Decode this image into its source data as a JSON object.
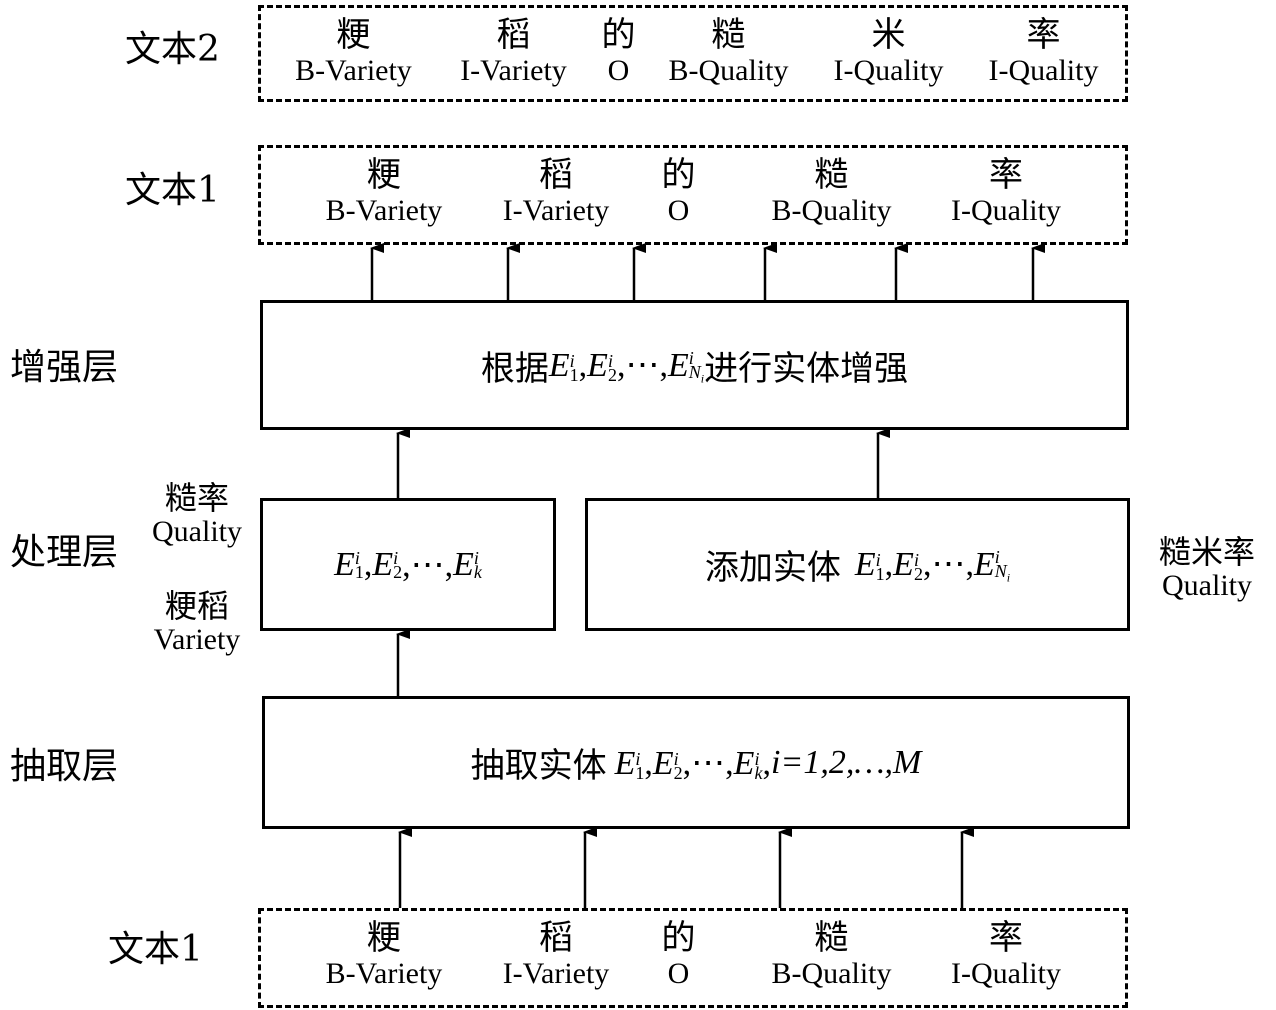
{
  "layers": {
    "text2_label": "文本2",
    "text1_top_label": "文本1",
    "enhance_label": "增强层",
    "process_label": "处理层",
    "extract_label": "抽取层",
    "text1_bottom_label": "文本1"
  },
  "text2": {
    "tokens": [
      {
        "char": "粳",
        "tag": "B-Variety"
      },
      {
        "char": "稻",
        "tag": "I-Variety"
      },
      {
        "char": "的",
        "tag": "O"
      },
      {
        "char": "糙",
        "tag": "B-Quality"
      },
      {
        "char": "米",
        "tag": "I-Quality"
      },
      {
        "char": "率",
        "tag": "I-Quality"
      }
    ]
  },
  "text1": {
    "tokens": [
      {
        "char": "粳",
        "tag": "B-Variety"
      },
      {
        "char": "稻",
        "tag": "I-Variety"
      },
      {
        "char": "的",
        "tag": "O"
      },
      {
        "char": "糙",
        "tag": "B-Quality"
      },
      {
        "char": "率",
        "tag": "I-Quality"
      }
    ]
  },
  "enhance_box": {
    "prefix": "根据",
    "suffix": "进行实体增强"
  },
  "process_left_box": {
    "formula": "E1,E2,…,Ek"
  },
  "process_right_box": {
    "prefix": "添加实体"
  },
  "extract_box": {
    "prefix": "抽取实体",
    "index_text": "i=1,2,…,M"
  },
  "side_left": {
    "quality_zh": "糙率",
    "quality_en": "Quality",
    "variety_zh": "粳稻",
    "variety_en": "Variety"
  },
  "side_right": {
    "quality_zh": "糙米率",
    "quality_en": "Quality"
  }
}
